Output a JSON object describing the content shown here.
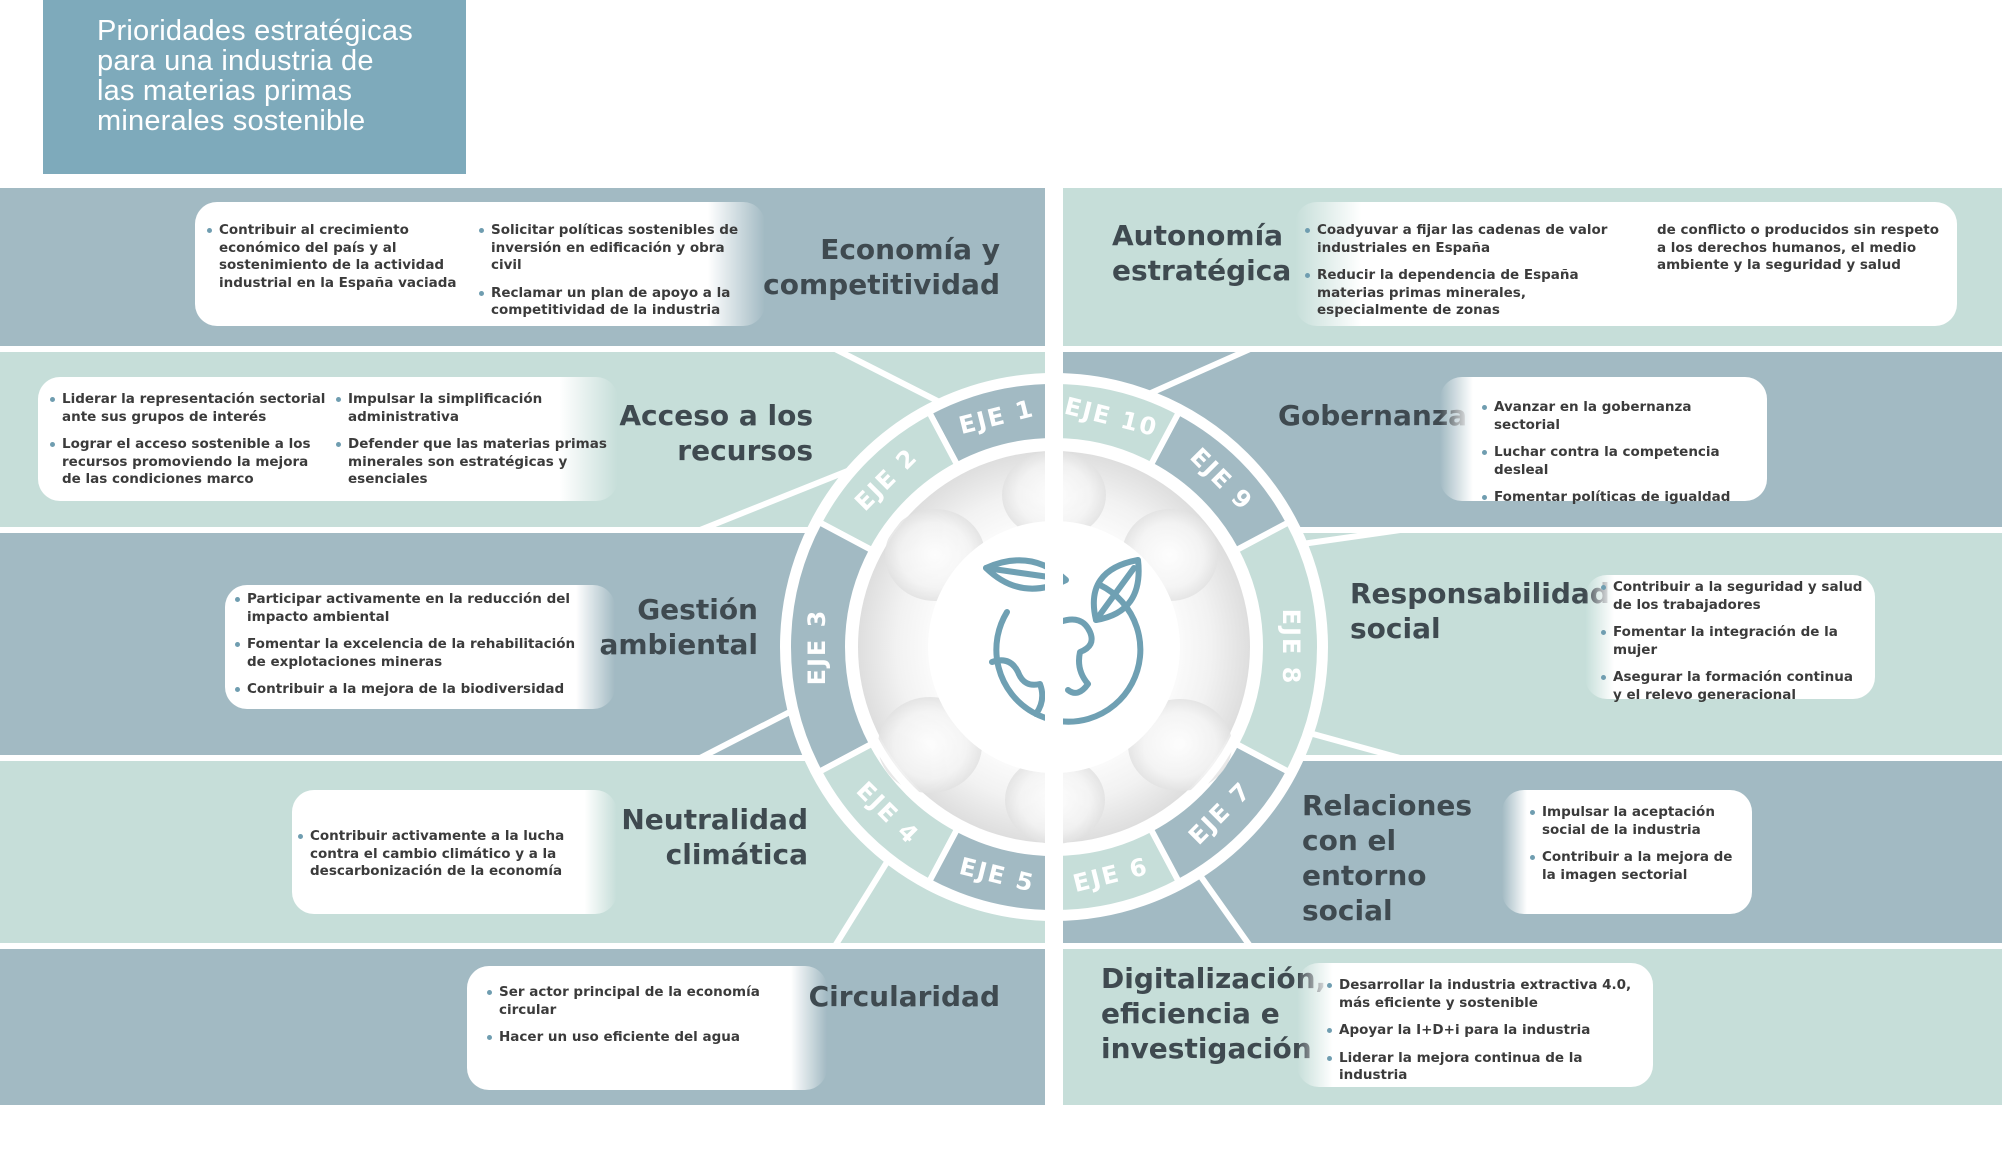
{
  "title": {
    "lines": [
      "Prioridades estratégicas",
      "para una industria de",
      "las materias primas",
      "minerales sostenible"
    ]
  },
  "colors": {
    "dark_band": "#a2bac3",
    "light_band": "#c6ded9",
    "title_bg": "#7eaabb",
    "heading": "#3f4a50",
    "bullet": "#6f9db0",
    "icon": "#6fa0b3"
  },
  "eje_labels": [
    "EJE 1",
    "EJE 2",
    "EJE 3",
    "EJE 4",
    "EJE 5",
    "EJE 6",
    "EJE 7",
    "EJE 8",
    "EJE 9",
    "EJE 10"
  ],
  "center_icon": "globe-with-leaves-icon",
  "axes": [
    {
      "id": "eje1",
      "heading": [
        "Economía y",
        "competitividad"
      ],
      "items": [
        "Contribuir al crecimiento económico del país y al sostenimiento de la actividad industrial en la España vaciada",
        "Solicitar políticas sostenibles de inversión en edificación y obra civil",
        "Reclamar un plan de apoyo a la competitividad de la industria"
      ]
    },
    {
      "id": "eje2",
      "heading": [
        "Acceso a los",
        "recursos"
      ],
      "items": [
        "Liderar la representación sectorial ante sus grupos de interés",
        "Lograr el acceso sostenible a los recursos promoviendo la mejora de las condiciones marco",
        "Impulsar la simplificación administrativa",
        "Defender que las materias primas minerales son estratégicas y esenciales"
      ]
    },
    {
      "id": "eje3",
      "heading": [
        "Gestión",
        "ambiental"
      ],
      "items": [
        "Participar activamente en la reducción del impacto ambiental",
        "Fomentar la excelencia de la rehabilitación de explotaciones mineras",
        "Contribuir a la mejora de la biodiversidad"
      ]
    },
    {
      "id": "eje4",
      "heading": [
        "Neutralidad",
        "climática"
      ],
      "items": [
        "Contribuir activamente a la lucha contra el cambio climático y a la descarbonización de la economía"
      ]
    },
    {
      "id": "eje5",
      "heading": [
        "Circularidad"
      ],
      "items": [
        "Ser actor principal de la economía circular",
        "Hacer un uso eficiente del agua"
      ]
    },
    {
      "id": "eje6",
      "heading": [
        "Digitalización,",
        "eficiencia e",
        "investigación"
      ],
      "items": [
        "Desarrollar la industria extractiva 4.0, más eficiente y sostenible",
        "Apoyar la I+D+i para la industria",
        "Liderar la mejora continua de la industria"
      ]
    },
    {
      "id": "eje7",
      "heading": [
        "Relaciones",
        "con el entorno",
        "social"
      ],
      "items": [
        "Impulsar la aceptación social de la industria",
        "Contribuir a la mejora de la imagen sectorial"
      ]
    },
    {
      "id": "eje8",
      "heading": [
        "Responsabilidad",
        "social"
      ],
      "items": [
        "Contribuir a la seguridad y salud de los trabajadores",
        "Fomentar la integración de la mujer",
        "Asegurar la formación continua y el relevo generacional"
      ]
    },
    {
      "id": "eje9",
      "heading": [
        "Gobernanza"
      ],
      "items": [
        "Avanzar en la gobernanza sectorial",
        "Luchar contra la competencia desleal",
        "Fomentar políticas de igualdad"
      ]
    },
    {
      "id": "eje10",
      "heading": [
        "Autonomía",
        "estratégica"
      ],
      "items": [
        "Coadyuvar a fijar las cadenas de valor industriales en España",
        "Reducir la dependencia de España materias primas minerales, especialmente de zonas",
        "de conflicto o producidos sin respeto a los derechos humanos, el medio ambiente y la seguridad y salud"
      ]
    }
  ]
}
